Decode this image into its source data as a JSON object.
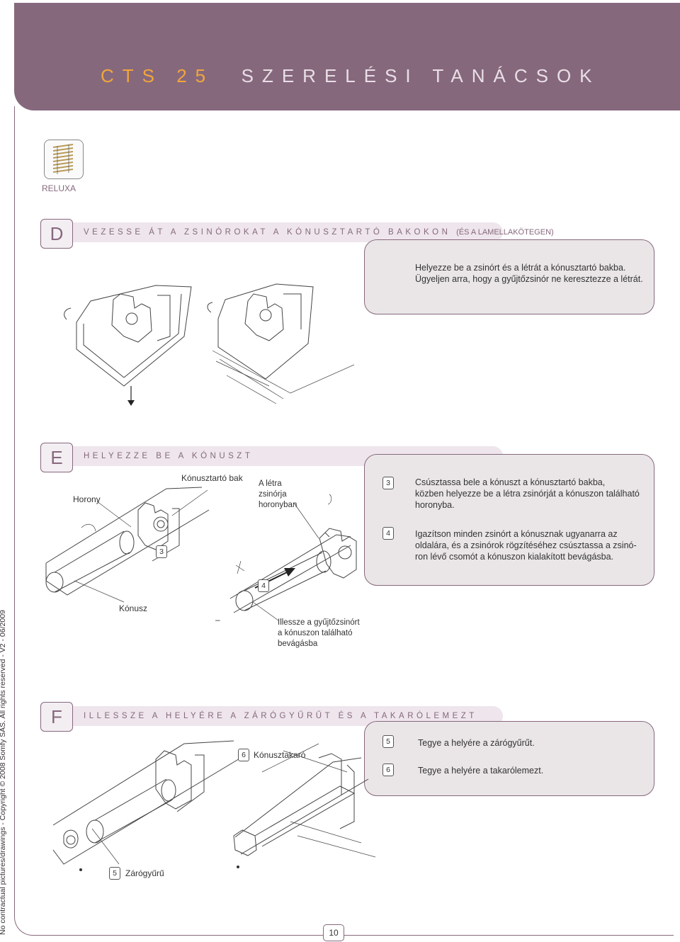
{
  "header": {
    "title_part1": "CTS 25",
    "title_part2": "SZERELÉSI TANÁCSOK"
  },
  "sidebar_text": "No contractual pictures/drawings  -  Copyright © 2008 Somfy SAS. All rights reserved - V2 - 06/2009",
  "product": {
    "label": "RELUXA"
  },
  "section_d": {
    "letter": "D",
    "title": "VEZESSE ÁT A ZSINÓROKAT A KÓNUSZTARTÓ BAKOKON",
    "title_tail": "(ÉS A LAMELLAKÖTEGEN)",
    "panel_lines": [
      "Helyezze be a zsinórt és a létrát a kónusztartó bakba.",
      "Ügyeljen arra, hogy a gyűjtőzsinór ne keresztezze a létrát."
    ]
  },
  "section_e": {
    "letter": "E",
    "title": "HELYEZZE BE A KÓNUSZT",
    "labels": {
      "horony": "Horony",
      "konusztarto_bak": "Kónusztartó bak",
      "letra_line1": "A létra",
      "letra_line2": "zsinórja",
      "letra_line3": "horonyban",
      "konusz": "Kónusz",
      "illessze_line1": "Illessze a gyűjtőzsinórt",
      "illessze_line2": "a kónuszon található",
      "illessze_line3": "bevágásba",
      "dash": "–"
    },
    "steps": [
      {
        "num": "3",
        "lines": [
          "Csúsztassa bele a kónuszt a kónusztartó bakba,",
          "közben helyezze be a létra zsinórját a kónuszon található",
          "horonyba."
        ]
      },
      {
        "num": "4",
        "lines": [
          "Igazítson minden zsinórt a kónusznak ugyanarra az",
          "oldalára, és a zsinórok rögzítéséhez csúsztassa a zsinó-",
          "ron lévő csomót a kónuszon kialakított bevágásba."
        ]
      }
    ],
    "figure_badges": [
      "3",
      "4"
    ]
  },
  "section_f": {
    "letter": "F",
    "title": "ILLESSZE A HELYÉRE A ZÁRÓGYŰRŰT ÉS A TAKARÓLEMEZT",
    "labels": {
      "konusztakaro": "Kónusztakaró",
      "zarogyuru": "Zárógyűrű"
    },
    "figure_badges": [
      "6",
      "5"
    ],
    "steps": [
      {
        "num": "5",
        "text": "Tegye a helyére a zárógyűrűt."
      },
      {
        "num": "6",
        "text": "Tegye a helyére a takarólemezt."
      }
    ]
  },
  "footer": {
    "page_number": "10"
  },
  "colors": {
    "brand": "#86687d",
    "accent": "#f0a63a",
    "panel": "#eae6e7"
  }
}
